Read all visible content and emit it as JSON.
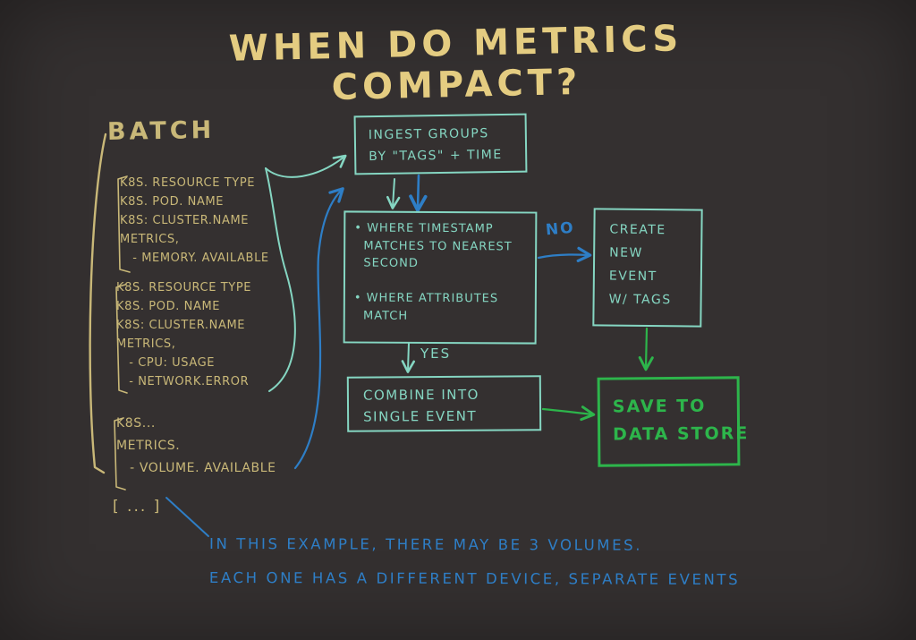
{
  "colors": {
    "background": "#343030",
    "title": "#E4CC81",
    "batch": "#C9B878",
    "teal": "#85D6C2",
    "blue": "#2E7EC6",
    "green": "#2DB54B"
  },
  "title": "WHEN DO METRICS COMPACT?",
  "batch": {
    "label": "BATCH",
    "group1": "K8S. RESOURCE TYPE\nK8S. POD. NAME\nK8S: CLUSTER.NAME\nMETRICS,\n   - MEMORY. AVAILABLE",
    "group2": "K8S. RESOURCE TYPE\nK8S. POD. NAME\nK8S: CLUSTER.NAME\nMETRICS,\n   - CPU: USAGE\n   - NETWORK.ERROR",
    "group3": "K8S...\nMETRICS.\n   - VOLUME. AVAILABLE",
    "ellipsis": "[ ... ]"
  },
  "flow": {
    "ingest": "INGEST GROUPS\nBY \"TAGS\" + TIME",
    "match": "• WHERE TIMESTAMP\n  MATCHES TO NEAREST\n  SECOND\n\n• WHERE ATTRIBUTES\n  MATCH",
    "no_label": "NO",
    "yes_label": "YES",
    "create": "CREATE\nNEW\nEVENT\nW/ TAGS",
    "combine": "COMBINE INTO\nSINGLE EVENT",
    "save": "SAVE TO\nDATA STORE"
  },
  "note": "IN THIS EXAMPLE, THERE MAY BE 3 VOLUMES.\nEACH ONE HAS A DIFFERENT DEVICE, SEPARATE EVENTS"
}
